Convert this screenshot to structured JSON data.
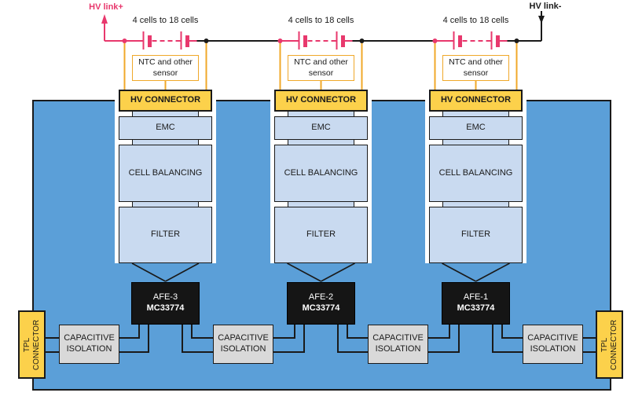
{
  "colors": {
    "panel_blue": "#5b9fd8",
    "box_light_blue": "#c9daf0",
    "box_yellow": "#fcd14b",
    "box_gray": "#d9d9d9",
    "box_black": "#151515",
    "wire_orange": "#f0a82a",
    "wire_red": "#e8386d",
    "wire_black": "#1a1a1a"
  },
  "hv_links": {
    "plus": "HV link+",
    "minus": "HV link-"
  },
  "modules": [
    {
      "cells_label": "4 cells to 18 cells",
      "sensor_line1": "NTC and other",
      "sensor_line2": "sensor",
      "hv_connector_label": "HV CONNECTOR",
      "emc_label": "EMC",
      "cell_balancing_label": "CELL BALANCING",
      "filter_label": "FILTER",
      "afe_name": "AFE-3",
      "afe_part": "MC33774"
    },
    {
      "cells_label": "4 cells to 18 cells",
      "sensor_line1": "NTC and other",
      "sensor_line2": "sensor",
      "hv_connector_label": "HV CONNECTOR",
      "emc_label": "EMC",
      "cell_balancing_label": "CELL BALANCING",
      "filter_label": "FILTER",
      "afe_name": "AFE-2",
      "afe_part": "MC33774"
    },
    {
      "cells_label": "4 cells to 18 cells",
      "sensor_line1": "NTC and other",
      "sensor_line2": "sensor",
      "hv_connector_label": "HV CONNECTOR",
      "emc_label": "EMC",
      "cell_balancing_label": "CELL BALANCING",
      "filter_label": "FILTER",
      "afe_name": "AFE-1",
      "afe_part": "MC33774"
    }
  ],
  "isolation_blocks": [
    {
      "line1": "CAPACITIVE",
      "line2": "ISOLATION"
    },
    {
      "line1": "CAPACITIVE",
      "line2": "ISOLATION"
    },
    {
      "line1": "CAPACITIVE",
      "line2": "ISOLATION"
    },
    {
      "line1": "CAPACITIVE",
      "line2": "ISOLATION"
    }
  ],
  "tpl_connectors": [
    {
      "line1": "TPL",
      "line2": "CONNECTOR"
    },
    {
      "line1": "TPL",
      "line2": "CONNECTOR"
    }
  ]
}
